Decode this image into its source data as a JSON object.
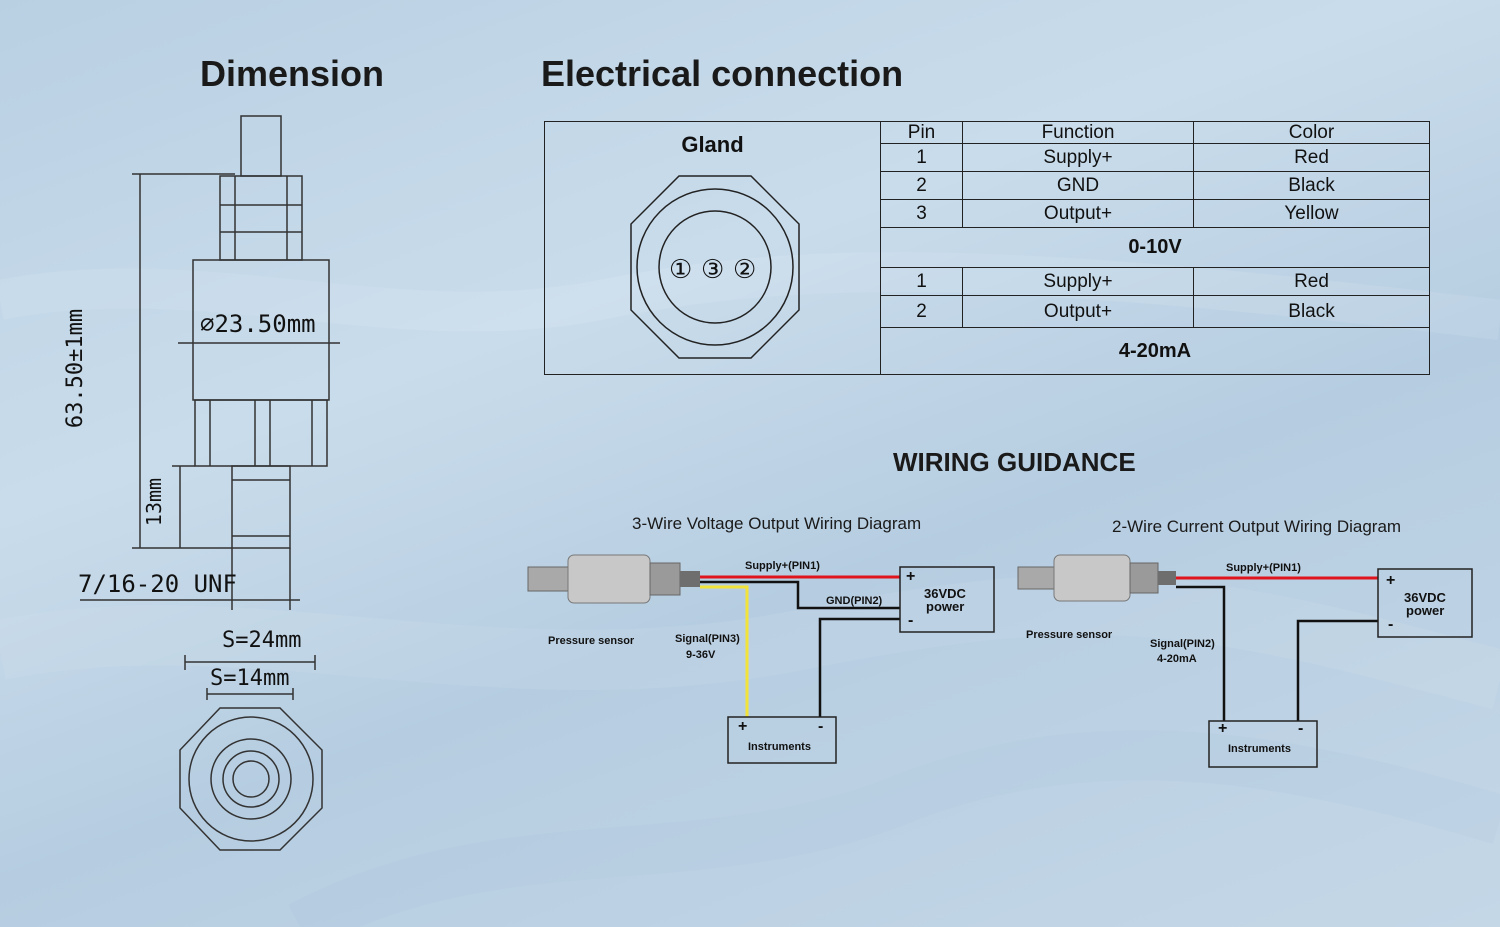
{
  "headings": {
    "dimension": "Dimension",
    "electrical": "Electrical connection",
    "wiring": "WIRING GUIDANCE"
  },
  "dimension": {
    "diameter": "⌀23.50mm",
    "length": "63.50±1mm",
    "thread_length": "13mm",
    "thread": "7/16-20 UNF",
    "hex_outer": "S=24mm",
    "hex_inner": "S=14mm"
  },
  "connection": {
    "gland_label": "Gland",
    "pins": [
      "①",
      "③",
      "②"
    ],
    "headers": {
      "pin": "Pin",
      "function": "Function",
      "color": "Color"
    },
    "mode_voltage": {
      "label": "0-10V",
      "rows": [
        {
          "pin": "1",
          "function": "Supply+",
          "color": "Red"
        },
        {
          "pin": "2",
          "function": "GND",
          "color": "Black"
        },
        {
          "pin": "3",
          "function": "Output+",
          "color": "Yellow"
        }
      ]
    },
    "mode_current": {
      "label": "4-20mA",
      "rows": [
        {
          "pin": "1",
          "function": "Supply+",
          "color": "Red"
        },
        {
          "pin": "2",
          "function": "Output+",
          "color": "Black"
        }
      ]
    }
  },
  "wiring": {
    "three_wire": {
      "title": "3-Wire  Voltage Output Wiring Diagram",
      "sensor": "Pressure sensor",
      "supply": "Supply+(PIN1)",
      "gnd": "GND(PIN2)",
      "signal": "Signal(PIN3)",
      "signal_range": "9-36V",
      "power_line1": "36VDC",
      "power_line2": "power",
      "plus": "+",
      "minus": "-",
      "instruments": "Instruments"
    },
    "two_wire": {
      "title": "2-Wire  Current Output Wiring Diagram",
      "sensor": "Pressure sensor",
      "supply": "Supply+(PIN1)",
      "signal": "Signal(PIN2)",
      "signal_range": "4-20mA",
      "power_line1": "36VDC",
      "power_line2": "power",
      "plus": "+",
      "minus": "-",
      "instruments": "Instruments"
    }
  },
  "colors": {
    "wire_red": "#e0141c",
    "wire_black": "#111111",
    "wire_yellow": "#f2e33a",
    "line": "#222222"
  }
}
